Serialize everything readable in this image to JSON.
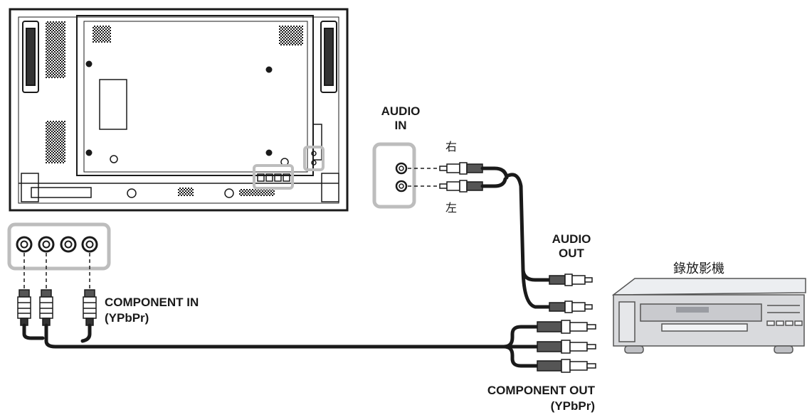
{
  "labels": {
    "audio_in": "AUDIO\nIN",
    "right": "右",
    "left": "左",
    "audio_out": "AUDIO\nOUT",
    "vcr": "錄放影機",
    "component_in": "COMPONENT IN\n(YPbPr)",
    "component_out": "COMPONENT OUT\n(YPbPr)"
  },
  "colors": {
    "line": "#1a1a1a",
    "highlight": "#c4c4c4",
    "panel": "#ffffff",
    "vcr_body": "#d9dadd"
  }
}
